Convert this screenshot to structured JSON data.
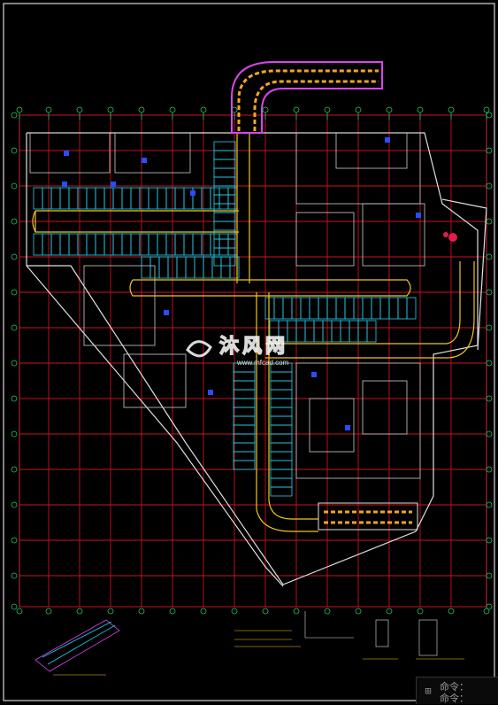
{
  "watermark": {
    "brand": "沐风网",
    "url": "www.mfcad.com"
  },
  "command_area": {
    "line1": "命令：",
    "line2": "命令："
  },
  "colors": {
    "background": "#000000",
    "grid": "#c8141e",
    "border": "#ffffff",
    "axis": "#22c55e",
    "walls": "#d8d8d8",
    "parking": "#22d3ee",
    "drive_lane": "#f5c518",
    "ramp": "#d946ef",
    "room_accent": "#2b4bff",
    "watermark": "#ffffff"
  },
  "icons": {
    "status": "crosshair-icon"
  }
}
